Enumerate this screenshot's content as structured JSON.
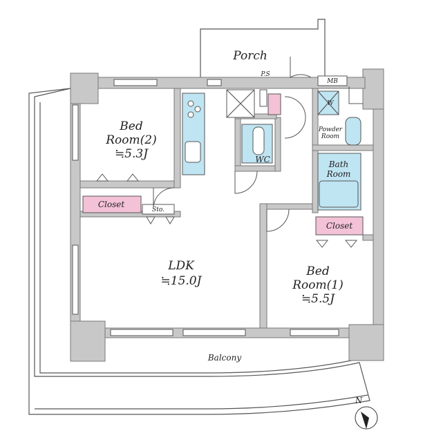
{
  "rooms": {
    "porch": "Porch",
    "ps": "P.S",
    "mb": "MB",
    "bed2_name": "Bed",
    "bed2_num": "Room(2)",
    "bed2_size": "≒5.3J",
    "closet_left": "Closet",
    "sto": "Sto.",
    "wc": "WC",
    "w": "W",
    "powder1": "Powder",
    "powder2": "Room",
    "bath1": "Bath",
    "bath2": "Room",
    "closet_right": "Closet",
    "ldk_name": "LDK",
    "ldk_size": "≒15.0J",
    "bed1_name": "Bed",
    "bed1_num": "Room(1)",
    "bed1_size": "≒5.5J",
    "balcony": "Balcony"
  },
  "compass": {
    "label": "N"
  },
  "colors": {
    "wall": "#c8c8c8",
    "closet": "#f3c2d7",
    "wet_area": "#bfe4f2"
  }
}
